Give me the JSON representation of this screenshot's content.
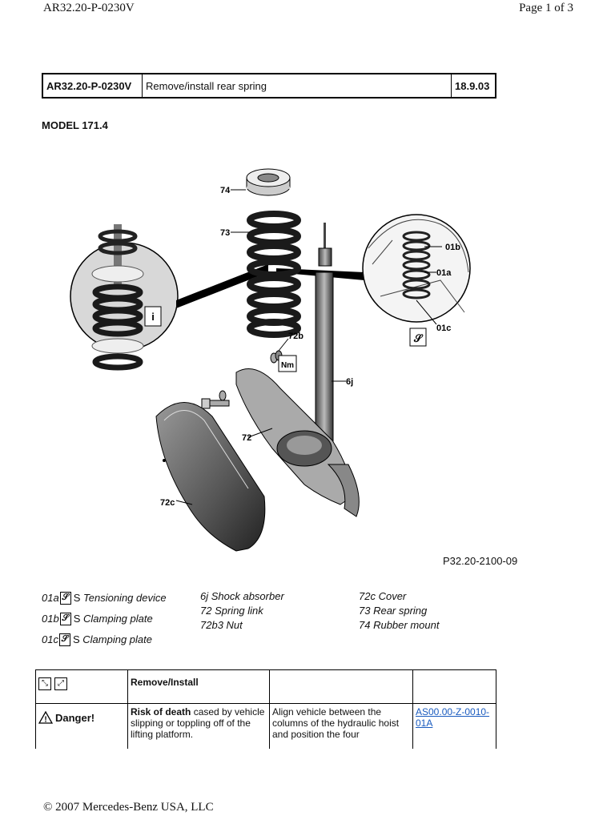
{
  "header": {
    "doc_id": "AR32.20-P-0230V",
    "page": "Page 1 of 3"
  },
  "titlebar": {
    "doc_id": "AR32.20-P-0230V",
    "title": "Remove/install rear spring",
    "date": "18.9.03"
  },
  "model": "MODEL  171.4",
  "figure": {
    "ref": "P32.20-2100-09",
    "callouts": {
      "c74": "74",
      "c73": "73",
      "c72b": "72b",
      "c6j": "6j",
      "c72": "72",
      "c72c": "72c",
      "c01b": "01b",
      "c01a": "01a",
      "c01c": "01c",
      "nm": "Nm",
      "info": "i"
    }
  },
  "legend": {
    "col1": [
      {
        "code": "01a",
        "prefix": "S",
        "label": "Tensioning device"
      },
      {
        "code": "01b",
        "prefix": "S",
        "label": "Clamping plate"
      },
      {
        "code": "01c",
        "prefix": "S",
        "label": "Clamping plate"
      }
    ],
    "col2": [
      "6j Shock absorber",
      "72 Spring link",
      "72b3 Nut"
    ],
    "col3": [
      "72c Cover",
      "73 Rear spring",
      "74 Rubber mount"
    ]
  },
  "table": {
    "head": {
      "c2": "Remove/Install",
      "c3": "",
      "c4": ""
    },
    "row1": {
      "danger": "Danger!",
      "risk_bold": "Risk of death",
      "risk_rest": " cased by vehicle slipping or toppling off of the lifting platform.",
      "instruction": "Align vehicle between the columns of the hydraulic hoist and position the four",
      "link": "AS00.00-Z-0010-01A"
    }
  },
  "footer": "© 2007 Mercedes-Benz USA, LLC"
}
